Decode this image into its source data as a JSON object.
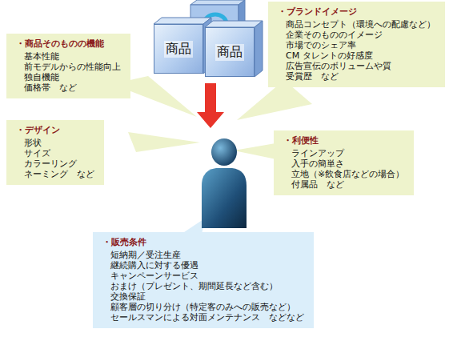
{
  "diagram": {
    "nodes": [
      {
        "text": [
          "商品"
        ]
      },
      {
        "text": [
          "商品"
        ]
      },
      {
        "text": [
          "・商品そのものの機能",
          "基本性能",
          "前モデルからの性能向上",
          "独自機能",
          "価格帯　など"
        ]
      },
      {
        "text": [
          "・ブランドイメージ",
          "商品コンセプト（環境への配慮など）",
          "企業そのもののイメージ",
          "市場でのシェア率",
          "CM タレントの好感度",
          "広告宣伝のボリュームや質",
          "受賞歴　など"
        ]
      },
      {
        "text": [
          "・デザイン",
          "形状",
          "サイズ",
          "カラーリング",
          "ネーミング　など"
        ]
      },
      {
        "text": [
          "・利便性",
          "ラインアップ",
          "入手の簡単さ",
          "立地（※飲食店などの場合）",
          "付属品　など"
        ]
      },
      {
        "text": [
          "・販売条件",
          "短納期／受注生産",
          "継続購入に対する優遇",
          "キャンペーンサービス",
          "おまけ（プレゼント、期間延長など含む）",
          "交換保証",
          "顧客層の切り分け（特定客のみへの販売など）",
          "セールスマンによる対面メンテナンス　などなど"
        ]
      }
    ]
  }
}
